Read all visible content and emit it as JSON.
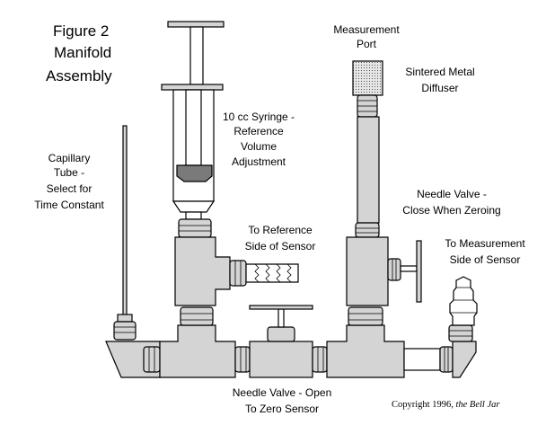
{
  "title": {
    "line1": "Figure 2",
    "line2": "Manifold",
    "line3": "Assembly"
  },
  "labels": {
    "measurement_port": [
      "Measurement",
      "Port"
    ],
    "diffuser": [
      "Sintered Metal",
      "Diffuser"
    ],
    "syringe": [
      "10 cc Syringe -",
      "Reference",
      "Volume",
      "Adjustment"
    ],
    "capillary": [
      "Capillary",
      "Tube -",
      "Select for",
      "Time Constant"
    ],
    "needle_valve_right": [
      "Needle Valve -",
      "Close When Zeroing"
    ],
    "to_reference": [
      "To Reference",
      "Side of Sensor"
    ],
    "to_measurement": [
      "To Measurement",
      "Side of Sensor"
    ],
    "needle_valve_bottom": [
      "Needle Valve - Open",
      "To Zero Sensor"
    ]
  },
  "copyright": {
    "text": "Copyright 1996,",
    "brand": "the Bell Jar"
  },
  "colors": {
    "body": "#d4d4d4",
    "syringe_tip": "#7a7a7a",
    "diffuser": "#cfcfcf",
    "outline": "#000000"
  }
}
